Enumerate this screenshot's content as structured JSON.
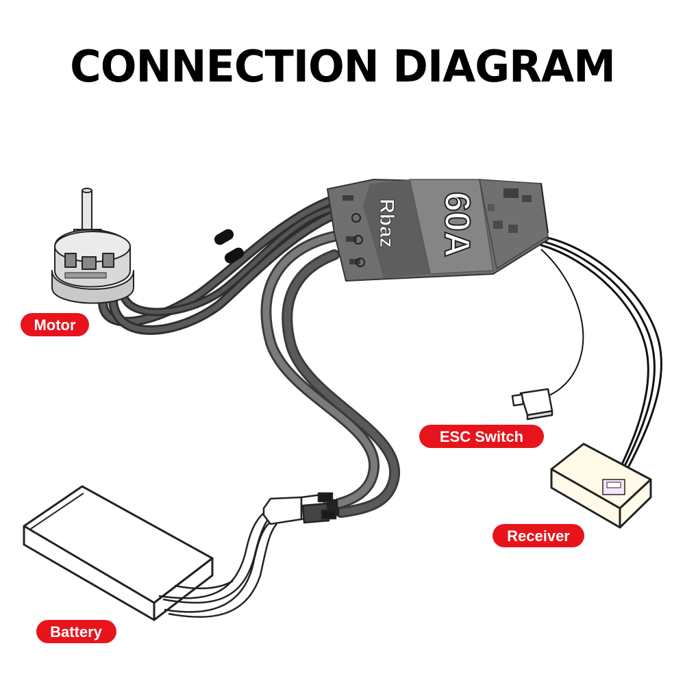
{
  "title": "CONNECTION DIAGRAM",
  "labels": {
    "motor": "Motor",
    "battery": "Battery",
    "esc_switch": "ESC Switch",
    "receiver": "Receiver"
  },
  "esc": {
    "brand": "Rbaz",
    "rating": "60A"
  },
  "colors": {
    "label_bg": "#e8141c",
    "label_text": "#ffffff",
    "wire_dark": "#3a3a3a",
    "wire_mid": "#6a6a6a",
    "esc_body": "#787878"
  }
}
